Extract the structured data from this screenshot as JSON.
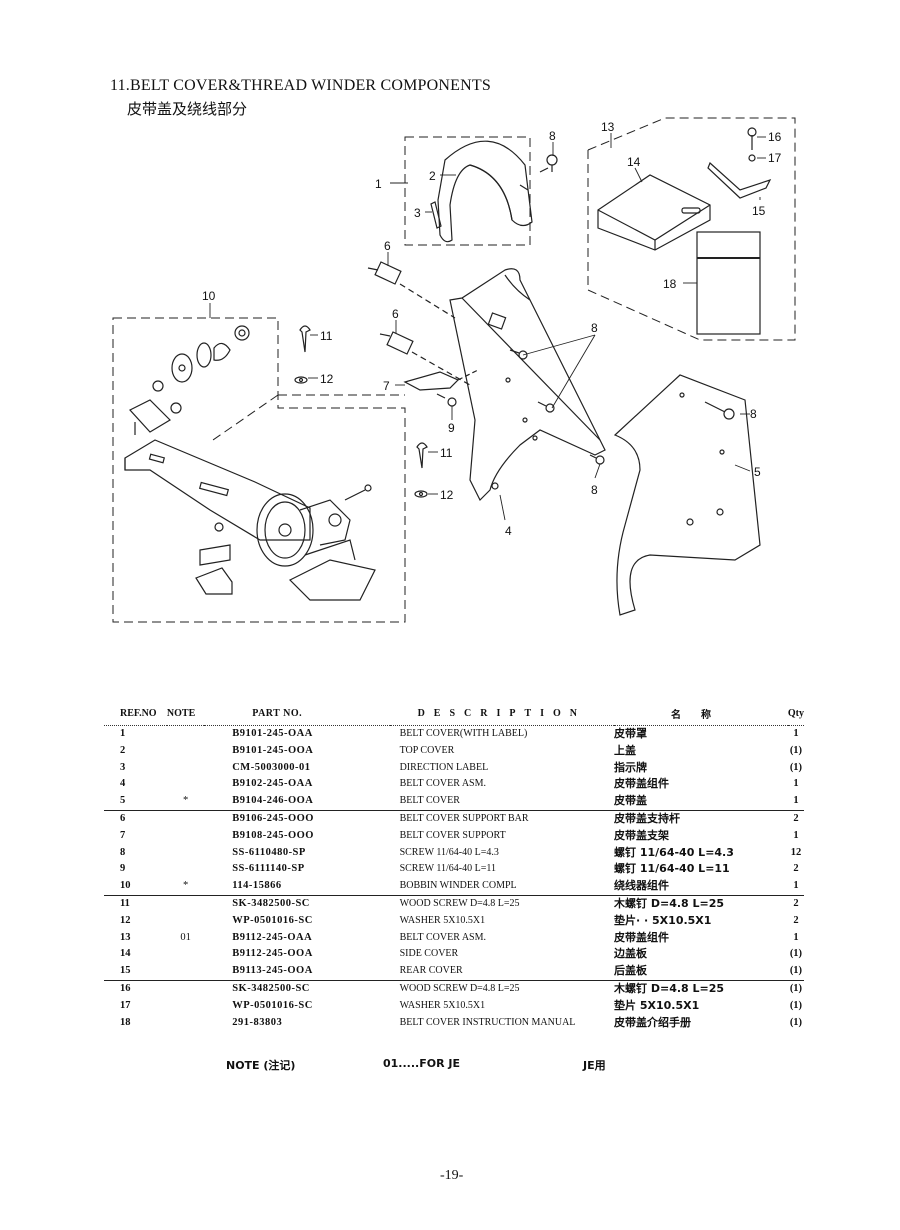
{
  "title": "11.BELT COVER&THREAD WINDER COMPONENTS",
  "subtitle": "皮带盖及绕线部分",
  "callouts": [
    "1",
    "2",
    "3",
    "4",
    "5",
    "6",
    "6",
    "7",
    "8",
    "8",
    "8",
    "8",
    "9",
    "10",
    "11",
    "11",
    "12",
    "12",
    "13",
    "14",
    "15",
    "16",
    "17",
    "18"
  ],
  "table": {
    "headers": {
      "ref": "REF.NO",
      "note": "NOTE",
      "part": "PART NO.",
      "desc": "DESCRIPTION",
      "cn": "名称",
      "qty": "Qty"
    },
    "rows": [
      {
        "ref": "1",
        "note": "",
        "part": "B9101-245-OAA",
        "desc": "BELT COVER(WITH LABEL)",
        "cn": "皮带罩",
        "qty": "1"
      },
      {
        "ref": "2",
        "note": "",
        "part": "B9101-245-OOA",
        "desc": "TOP COVER",
        "cn": "上盖",
        "qty": "(1)"
      },
      {
        "ref": "3",
        "note": "",
        "part": "CM-5003000-01",
        "desc": "DIRECTION LABEL",
        "cn": "指示牌",
        "qty": "(1)"
      },
      {
        "ref": "4",
        "note": "",
        "part": "B9102-245-OAA",
        "desc": "BELT COVER ASM.",
        "cn": "皮带盖组件",
        "qty": "1"
      },
      {
        "ref": "5",
        "note": "*",
        "part": "B9104-246-OOA",
        "desc": "BELT COVER",
        "cn": "皮带盖",
        "qty": "1"
      },
      {
        "ref": "6",
        "note": "",
        "part": "B9106-245-OOO",
        "desc": "BELT COVER SUPPORT BAR",
        "cn": "皮带盖支持杆",
        "qty": "2"
      },
      {
        "ref": "7",
        "note": "",
        "part": "B9108-245-OOO",
        "desc": "BELT COVER SUPPORT",
        "cn": "皮带盖支架",
        "qty": "1"
      },
      {
        "ref": "8",
        "note": "",
        "part": "SS-6110480-SP",
        "desc": "SCREW 11/64-40 L=4.3",
        "cn": "螺钉  11/64-40 L=4.3",
        "qty": "12"
      },
      {
        "ref": "9",
        "note": "",
        "part": "SS-6111140-SP",
        "desc": "SCREW 11/64-40 L=11",
        "cn": "螺钉  11/64-40 L=11",
        "qty": "2"
      },
      {
        "ref": "10",
        "note": "*",
        "part": "114-15866",
        "desc": "BOBBIN WINDER COMPL",
        "cn": "绕线器组件",
        "qty": "1"
      },
      {
        "ref": "11",
        "note": "",
        "part": "SK-3482500-SC",
        "desc": "WOOD SCREW D=4.8 L=25",
        "cn": "木螺钉  D=4.8 L=25",
        "qty": "2"
      },
      {
        "ref": "12",
        "note": "",
        "part": "WP-0501016-SC",
        "desc": "WASHER 5X10.5X1",
        "cn": "垫片·  · 5X10.5X1",
        "qty": "2"
      },
      {
        "ref": "13",
        "note": "01",
        "part": "B9112-245-OAA",
        "desc": "BELT COVER ASM.",
        "cn": "皮带盖组件",
        "qty": "1"
      },
      {
        "ref": "14",
        "note": "",
        "part": "B9112-245-OOA",
        "desc": "SIDE COVER",
        "cn": "边盖板",
        "qty": "(1)"
      },
      {
        "ref": "15",
        "note": "",
        "part": "B9113-245-OOA",
        "desc": "REAR COVER",
        "cn": "后盖板",
        "qty": "(1)"
      },
      {
        "ref": "16",
        "note": "",
        "part": "SK-3482500-SC",
        "desc": "WOOD SCREW D=4.8 L=25",
        "cn": "木螺钉  D=4.8 L=25",
        "qty": "(1)"
      },
      {
        "ref": "17",
        "note": "",
        "part": "WP-0501016-SC",
        "desc": "WASHER 5X10.5X1",
        "cn": "垫片   5X10.5X1",
        "qty": "(1)"
      },
      {
        "ref": "18",
        "note": "",
        "part": "291-83803",
        "desc": "BELT COVER INSTRUCTION MANUAL",
        "cn": "皮带盖介绍手册",
        "qty": "(1)"
      }
    ]
  },
  "note": {
    "label": "NOTE (注记)",
    "text": "01.....FOR JE",
    "cn": "JE用"
  },
  "page_number": "-19-"
}
